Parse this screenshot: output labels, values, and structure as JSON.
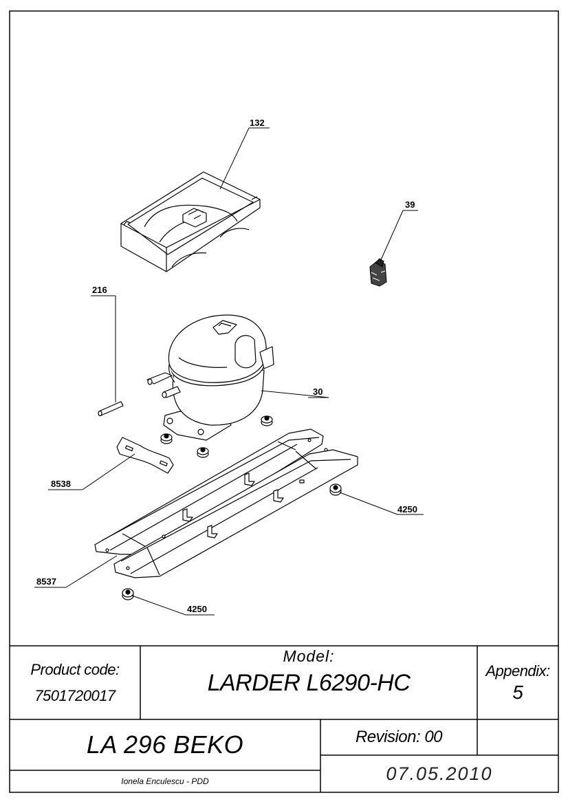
{
  "callouts": {
    "c132": "132",
    "c39": "39",
    "c216": "216",
    "c30": "30",
    "c8538": "8538",
    "c4250a": "4250",
    "c8537": "8537",
    "c4250b": "4250"
  },
  "title_block": {
    "product_code_label": "Product code:",
    "product_code": "7501720017",
    "model_label": "Model:",
    "model": "LARDER L6290-HC",
    "appendix_label": "Appendix:",
    "appendix": "5",
    "name": "LA 296 BEKO",
    "revision": "Revision: 00",
    "date": "07.05.2010",
    "author": "Ionela Enculescu - PDD"
  }
}
